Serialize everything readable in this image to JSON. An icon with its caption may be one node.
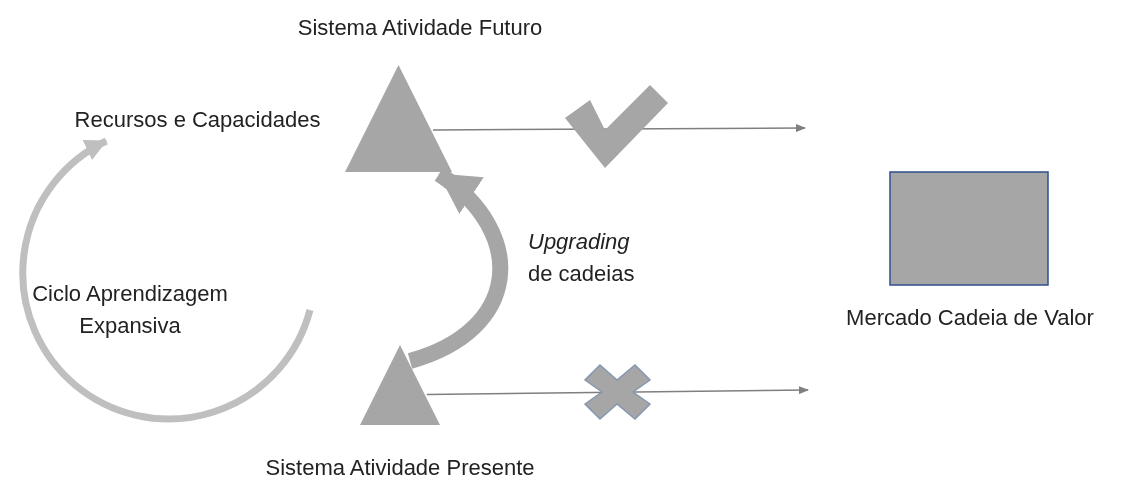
{
  "diagram": {
    "nodes": [
      {
        "text": [
          "Sistema Atividade Futuro"
        ]
      },
      {
        "text": [
          "Sistema Atividade Presente"
        ]
      },
      {
        "text": [
          "Mercado Cadeia de Valor"
        ]
      },
      {
        "text": [
          "Recursos e Capacidades"
        ]
      }
    ],
    "edges": [
      {
        "from": null,
        "to": 3,
        "arrow": "to",
        "style": "thick"
      },
      {
        "from": 1,
        "to": 0,
        "arrow": "to",
        "label": "*Upgrading* de cadeias",
        "style": "thick"
      },
      {
        "from": 0,
        "to": null,
        "arrow": "to"
      },
      {
        "from": 1,
        "to": null,
        "arrow": "to"
      }
    ],
    "labels": [
      "Ciclo Aprendizagem Expansiva"
    ]
  }
}
